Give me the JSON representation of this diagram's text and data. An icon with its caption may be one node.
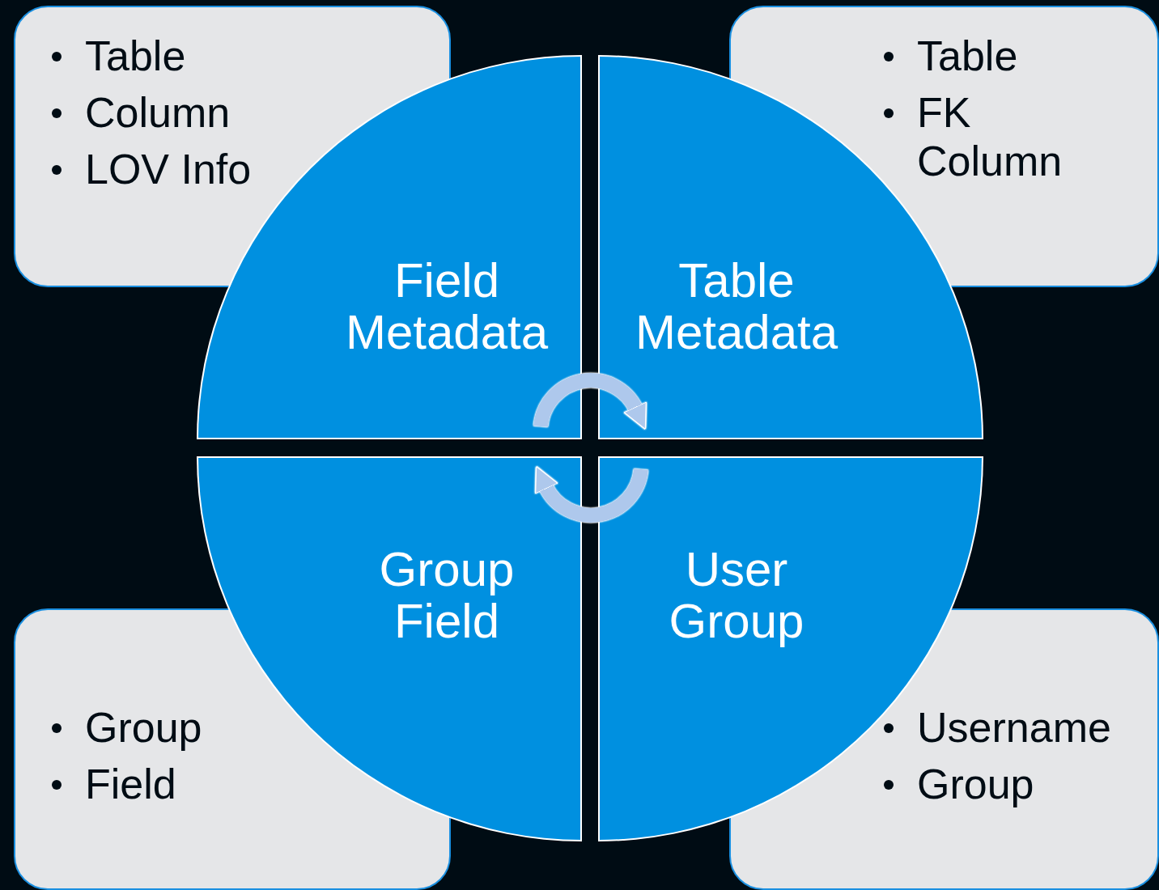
{
  "diagram": {
    "nodes": [
      {
        "text": [
          "Table",
          "Column",
          "LOV Info"
        ]
      },
      {
        "text": [
          "Table",
          "FK Column"
        ]
      },
      {
        "text": [
          "Field Metadata"
        ]
      },
      {
        "text": [
          "Table Metadata"
        ]
      },
      {
        "text": [
          "Group Field"
        ]
      },
      {
        "text": [
          "User Group"
        ]
      },
      {
        "text": [
          "Group",
          "Field"
        ]
      },
      {
        "text": [
          "Username",
          "Group"
        ]
      }
    ],
    "edges": [
      {
        "from": 2,
        "to": 3,
        "arrow": "to"
      },
      {
        "from": 5,
        "to": 4,
        "arrow": "to"
      }
    ]
  }
}
